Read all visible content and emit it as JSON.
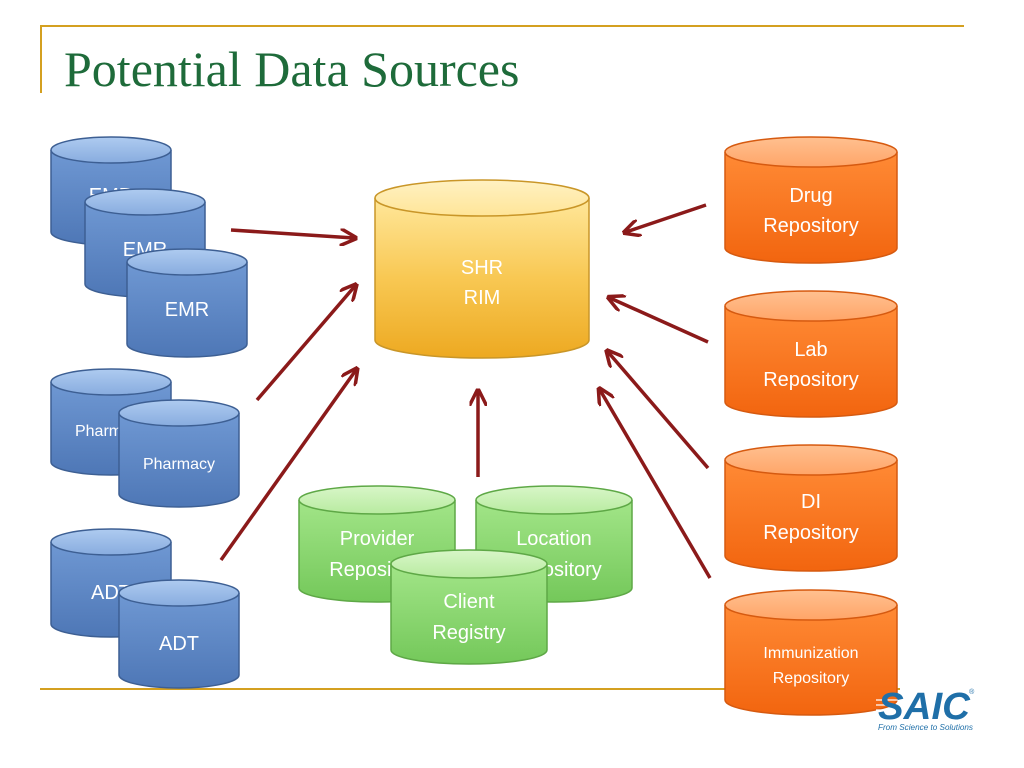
{
  "slide": {
    "title": "Potential Data Sources",
    "accent_color": "#d4a020",
    "title_color": "#1e6b3a"
  },
  "hub": {
    "lines": [
      "SHR",
      "RIM"
    ],
    "color": "#f2b830"
  },
  "left_sources": {
    "color": "#5b86c5",
    "emr": [
      "EMR",
      "EMR",
      "EMR"
    ],
    "pharmacy": [
      "Pharmacy",
      "Pharmacy"
    ],
    "adt": [
      "ADT",
      "ADT"
    ]
  },
  "registries": {
    "color": "#8fd870",
    "provider": [
      "Provider",
      "Repository"
    ],
    "location": [
      "Location",
      "Repository"
    ],
    "client": [
      "Client",
      "Registry"
    ]
  },
  "right_sources": {
    "color": "#fb7520",
    "drug": [
      "Drug",
      "Repository"
    ],
    "lab": [
      "Lab",
      "Repository"
    ],
    "di": [
      "DI",
      "Repository"
    ],
    "immunization": [
      "Immunization",
      "Repository"
    ]
  },
  "arrows": {
    "color": "#8b1a1a"
  },
  "logo": {
    "name": "SAIC",
    "registered": "®",
    "tagline": "From Science to Solutions"
  }
}
